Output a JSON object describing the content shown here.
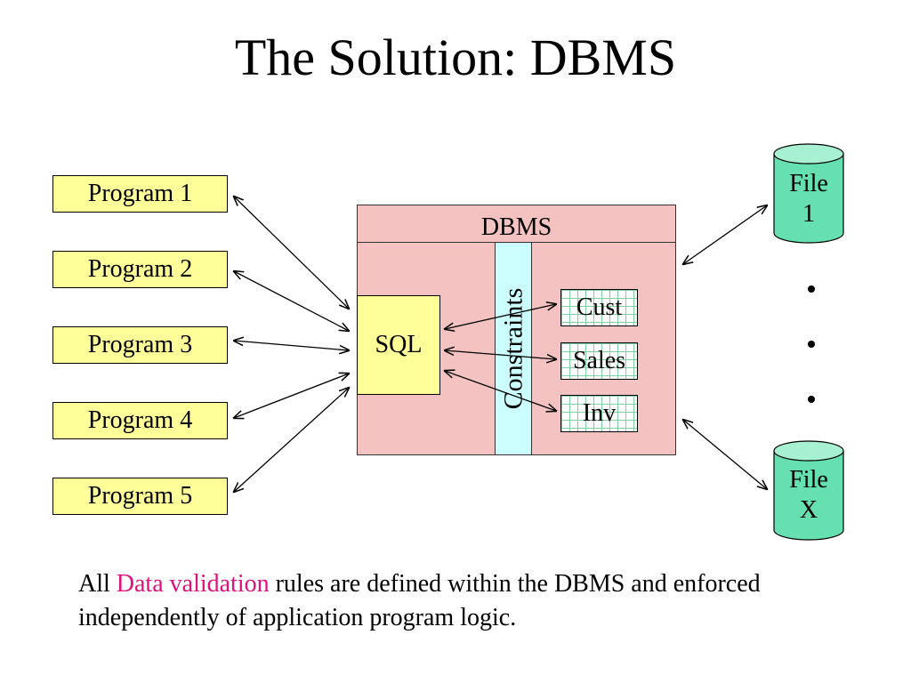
{
  "slide": {
    "title": "The Solution:  DBMS"
  },
  "programs": [
    "Program 1",
    "Program 2",
    "Program 3",
    "Program 4",
    "Program 5"
  ],
  "dbms": {
    "label": "DBMS",
    "sql_label": "SQL",
    "constraints_label": "Constraints",
    "tables": [
      "Cust",
      "Sales",
      "Inv"
    ]
  },
  "files": {
    "first": {
      "line1": "File",
      "line2": "1"
    },
    "last": {
      "line1": "File",
      "line2": "X"
    }
  },
  "caption": {
    "prefix": "All ",
    "highlight": "Data validation",
    "suffix": " rules are defined within the DBMS and enforced independently of application program logic."
  },
  "colors": {
    "program_fill": "#ffff99",
    "dbms_fill": "#f4c2c0",
    "constraints_fill": "#ccffff",
    "file_fill": "#66e0b0",
    "highlight": "#e0107a"
  }
}
